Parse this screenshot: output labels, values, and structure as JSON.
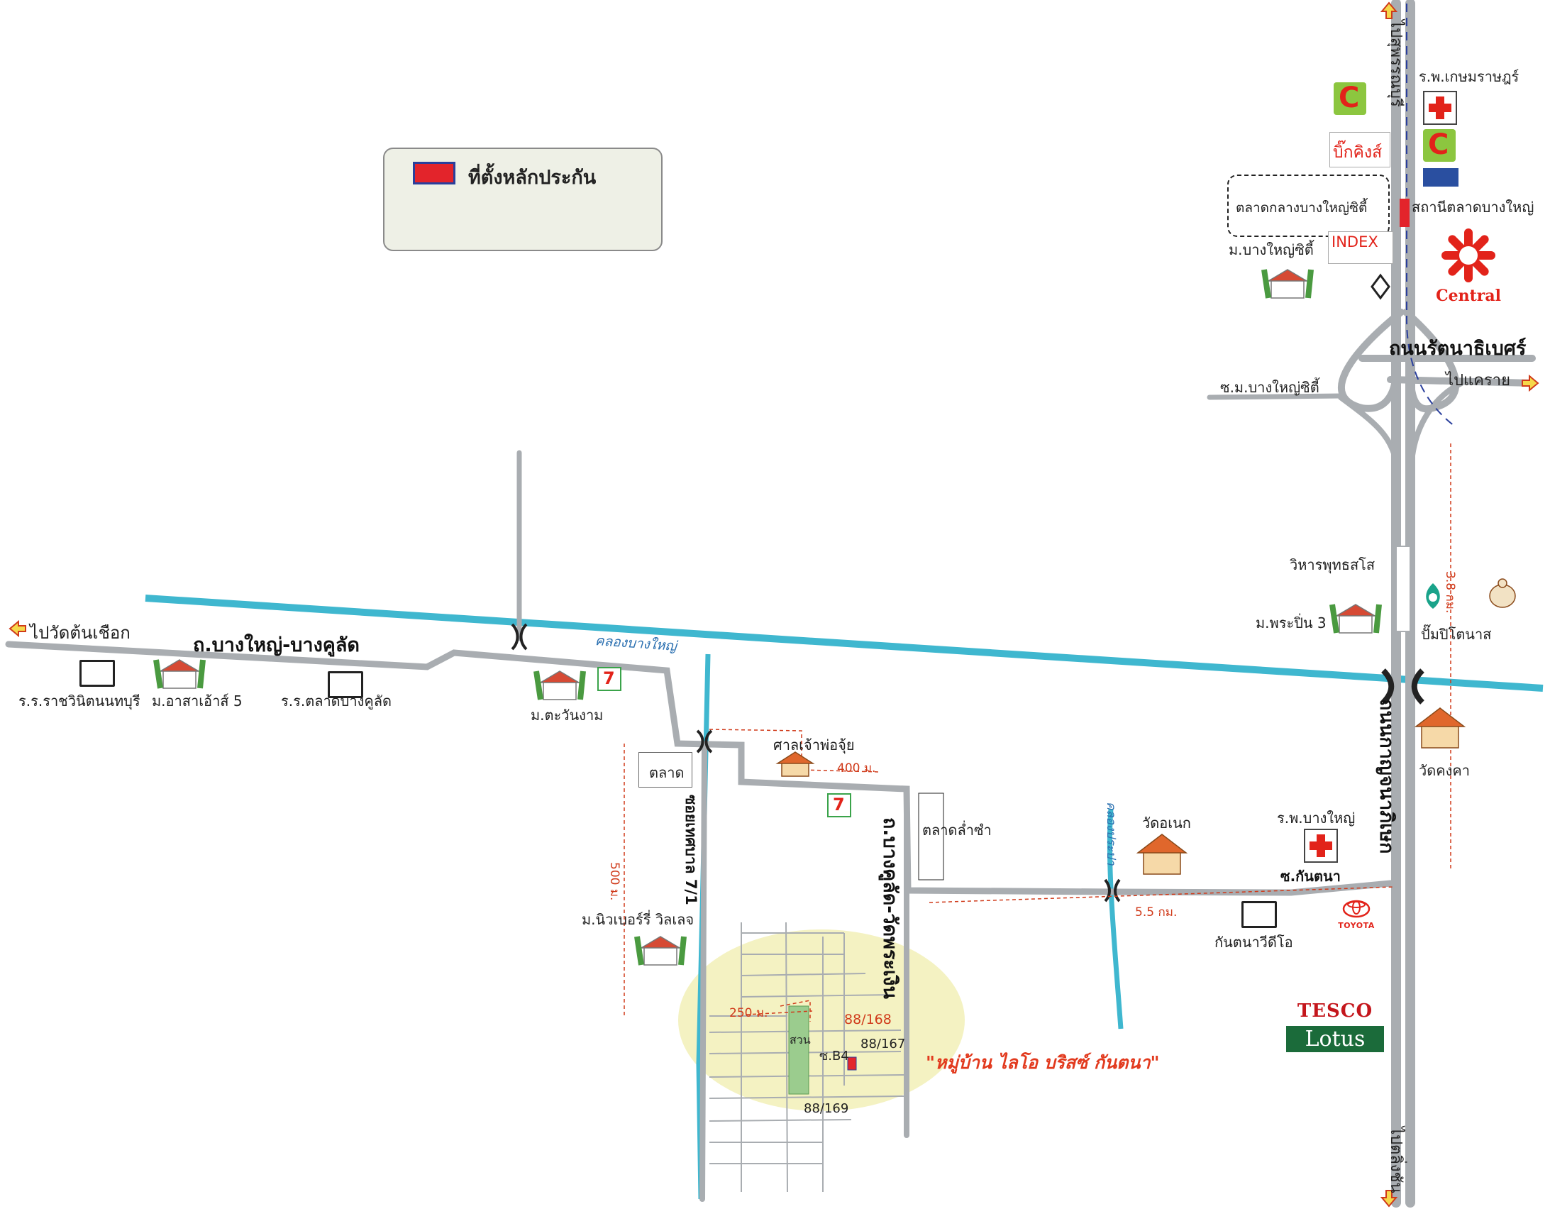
{
  "legend": {
    "label": "ที่ตั้งหลักประกัน",
    "color": "#e3242b"
  },
  "project_name": "\"หมู่บ้าน ไลโอ บริสซ์ กันตนา\"",
  "roads": {
    "bangyai_bangkulad": "ถ.บางใหญ่-บางคูลัด",
    "bangkulad_watphrangoen": "ถ.บางคูลัด-วัดพระเงิน",
    "kanchanaphisek": "ถนนกาญจนาภิเษก",
    "rattanathibet": "ถนนรัตนาธิเบศร์",
    "soi_thesaban": "ซอยเทศบาล 7/1",
    "soi_b4": "ซ.B4",
    "soi_kantana": "ซ.กันตนา",
    "soi_bangyai_city": "ซ.ม.บางใหญ่ซิตี้"
  },
  "directions": {
    "to_wat_ton_chueak": "ไปวัดต้นเชือก",
    "to_suphanburi": "ไปสุพรรณบุรี",
    "to_khae_rai": "ไปแคราย",
    "to_taling_chan": "ไปตลิ่งชัน"
  },
  "canals": {
    "bang_yai": "คลองบางใหญ่",
    "prapa": "คลองประปา"
  },
  "distances": {
    "d400": "400 ม.",
    "d500": "500 ม.",
    "d250": "250 ม.",
    "d5_5": "5.5 กม.",
    "d3_8": "3.8 กม."
  },
  "plots": {
    "p168": "88/168",
    "p167": "88/167",
    "p169": "88/169",
    "park": "สวน"
  },
  "places": {
    "school_rachawinit": "ร.ร.ราชวินิตนนทบุรี",
    "village_asa5": "ม.อาสาเอ้าส์ 5",
    "school_talat_bangkulad": "ร.ร.ตลาดบางคูลัด",
    "village_tawan_ngam": "ม.ตะวันงาม",
    "market": "ตลาด",
    "shrine": "ศาลเจ้าพ่อจุ้ย",
    "market_lamcham": "ตลาดล่ำซำ",
    "village_newberry": "ม.นิวเบอร์รี่ วิลเลจ",
    "wat_anek": "วัดอเนก",
    "hospital_bangyai": "ร.พ.บางใหญ่",
    "kantana_video": "กันตนาวีดีโอ",
    "vihara": "วิหารพุทธสโส",
    "village_phrapin3": "ม.พระปิ่น 3",
    "ptt_station": "ปั๊มปิโตนาส",
    "wat_khongkha": "วัดคงคา",
    "hospital_kasemrad": "ร.พ.เกษมราษฎร์",
    "bigking": "บิ๊กคิงส์",
    "central_market": "ตลาดกลางบางใหญ่ซิตี้",
    "station_bangyai": "สถานีตลาดบางใหญ่",
    "index": "INDEX",
    "village_bangyai_city": "ม.บางใหญ่ซิตี้",
    "central": "Central",
    "tesco_top": "TESCO",
    "tesco_bottom": "Lotus",
    "toyota": "TOYOTA"
  },
  "colors": {
    "road": "#a9adb1",
    "canal": "#3fb7cf",
    "accent": "#e2231a",
    "project_area": "#f4f2c2"
  }
}
